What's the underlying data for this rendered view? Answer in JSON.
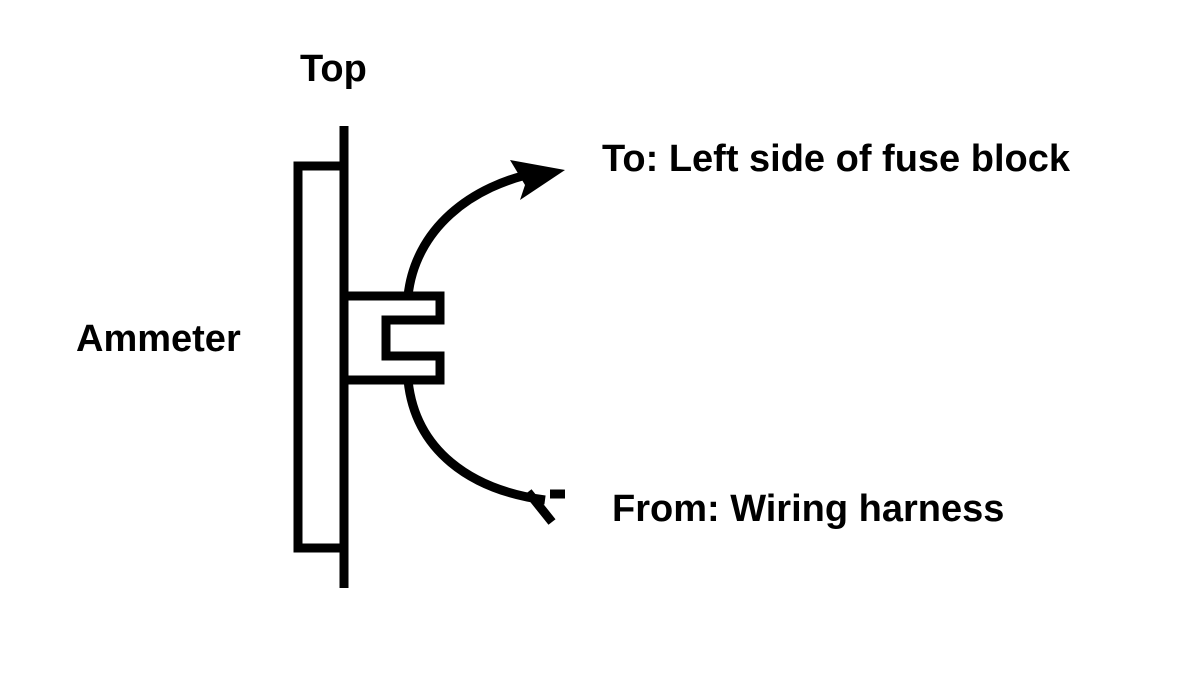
{
  "labels": {
    "top": "Top",
    "ammeter": "Ammeter",
    "to": "To: Left side of fuse block",
    "from": "From: Wiring harness"
  }
}
